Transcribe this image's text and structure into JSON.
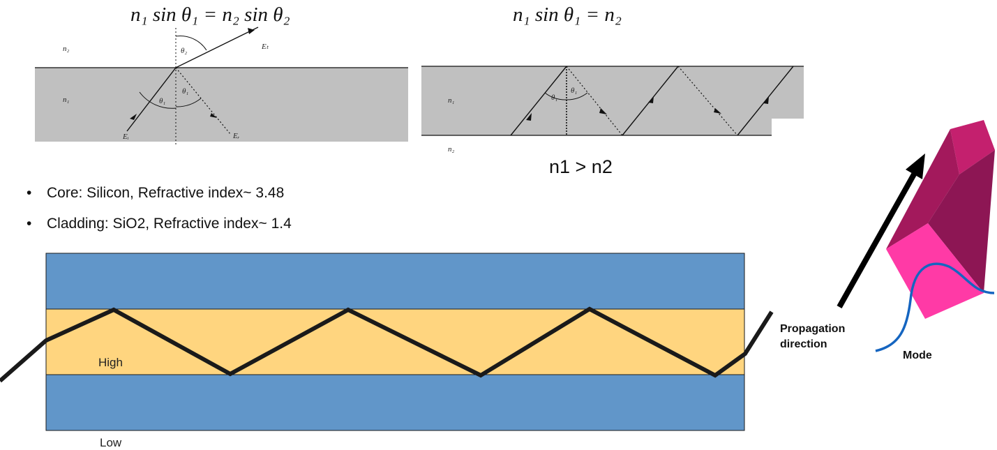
{
  "equations": {
    "snell": "n₁ sin θ₁ = n₂ sin θ₂",
    "critical": "n₁ sin θ₁ = n₂"
  },
  "refraction_diagram": {
    "n2_label": "n₂",
    "n1_label": "n₁",
    "theta1_label": "θ₁",
    "theta1_reflect_label": "θ₁",
    "theta2_label": "θ₂",
    "e_incident": "Eᵢ",
    "e_transmitted": "Eₜ",
    "e_reflected": "Eᵣ"
  },
  "tir_diagram": {
    "n1_label": "n₁",
    "n2_label": "n₂",
    "theta1_label": "θ₁",
    "theta1_reflect_label": "θ₁",
    "condition": "n1 > n2"
  },
  "bullets": [
    "Core: Silicon, Refractive index~ 3.48",
    "Cladding: SiO2, Refractive index~ 1.4"
  ],
  "waveguide": {
    "core_label": "High",
    "cladding_label": "Low",
    "cladding_color": "#6196c9",
    "core_color": "#ffd57f",
    "ray_color": "#1a1a1a"
  },
  "mode_3d": {
    "propagation_label_line1": "Propagation",
    "propagation_label_line2": "direction",
    "mode_label": "Mode",
    "face_color": "#ff3aa6",
    "side_color": "#a3195c",
    "top_color": "#c4206e",
    "mode_curve_color": "#1565c0"
  }
}
